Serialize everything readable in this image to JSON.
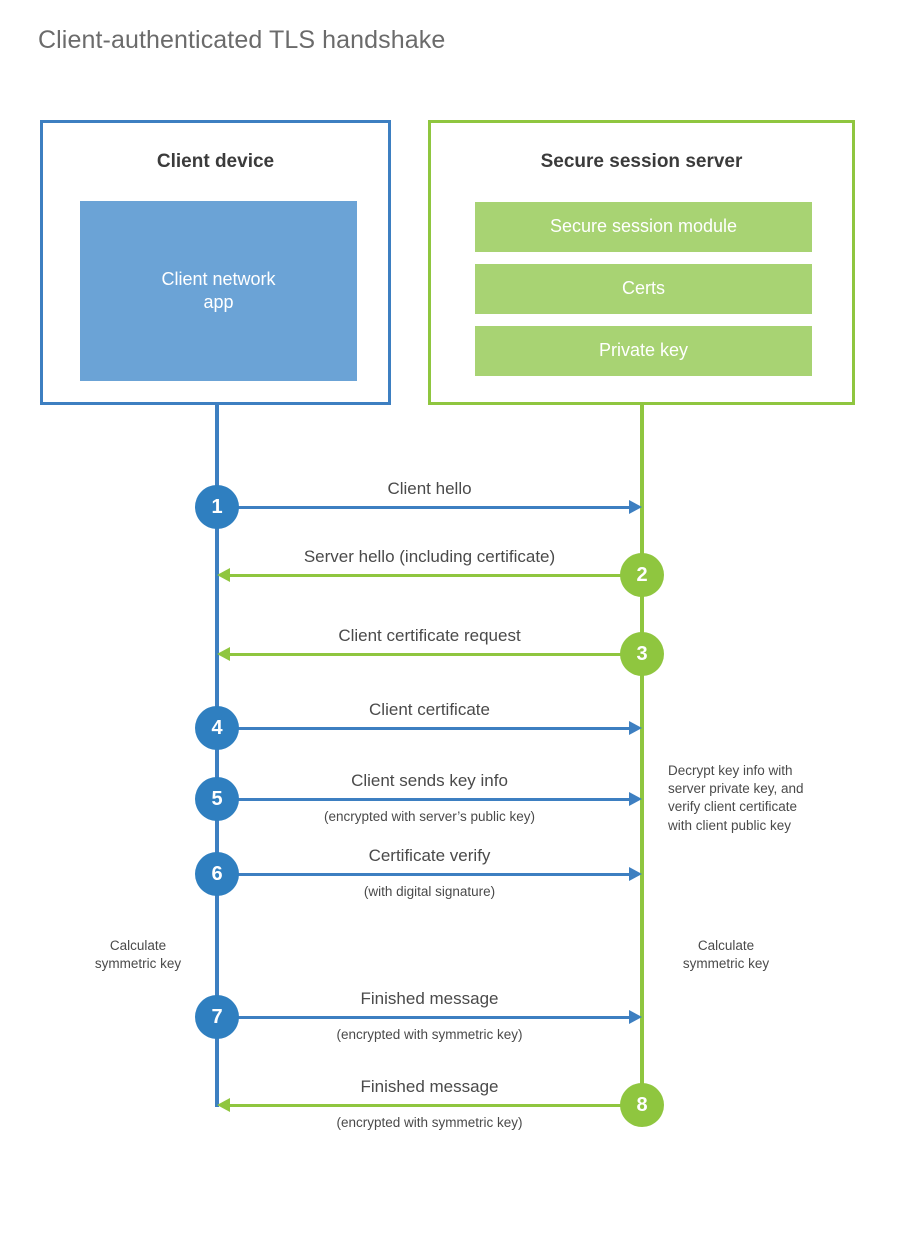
{
  "title": "Client-authenticated TLS handshake",
  "colors": {
    "client_blue": "#3d7fc1",
    "client_app_fill": "#6ba3d6",
    "server_green": "#8fc63f",
    "server_block_fill": "#a8d373",
    "badge_blue": "#2f7fc0",
    "badge_green": "#8fc63f",
    "title_gray": "#6b6b6b",
    "text_gray": "#4a4a4a"
  },
  "client": {
    "title": "Client device",
    "app_block": "Client network\napp"
  },
  "server": {
    "title": "Secure session server",
    "blocks": [
      "Secure session module",
      "Certs",
      "Private key"
    ]
  },
  "messages": [
    {
      "step": "1",
      "label": "Client hello",
      "sublabel": "",
      "direction": "right",
      "color": "blue"
    },
    {
      "step": "2",
      "label": "Server hello (including certificate)",
      "sublabel": "",
      "direction": "left",
      "color": "green"
    },
    {
      "step": "3",
      "label": "Client certificate request",
      "sublabel": "",
      "direction": "left",
      "color": "green"
    },
    {
      "step": "4",
      "label": "Client certificate",
      "sublabel": "",
      "direction": "right",
      "color": "blue"
    },
    {
      "step": "5",
      "label": "Client sends key info",
      "sublabel": "(encrypted with server’s public key)",
      "direction": "right",
      "color": "blue"
    },
    {
      "step": "6",
      "label": "Certificate verify",
      "sublabel": "(with digital signature)",
      "direction": "right",
      "color": "blue"
    },
    {
      "step": "7",
      "label": "Finished message",
      "sublabel": "(encrypted with symmetric key)",
      "direction": "right",
      "color": "blue"
    },
    {
      "step": "8",
      "label": "Finished message",
      "sublabel": "(encrypted with symmetric key)",
      "direction": "left",
      "color": "green"
    }
  ],
  "notes": {
    "decrypt": "Decrypt key info with\nserver private key, and\nverify client certificate\nwith client public key",
    "calculate_client": "Calculate\nsymmetric key",
    "calculate_server": "Calculate\nsymmetric key"
  }
}
